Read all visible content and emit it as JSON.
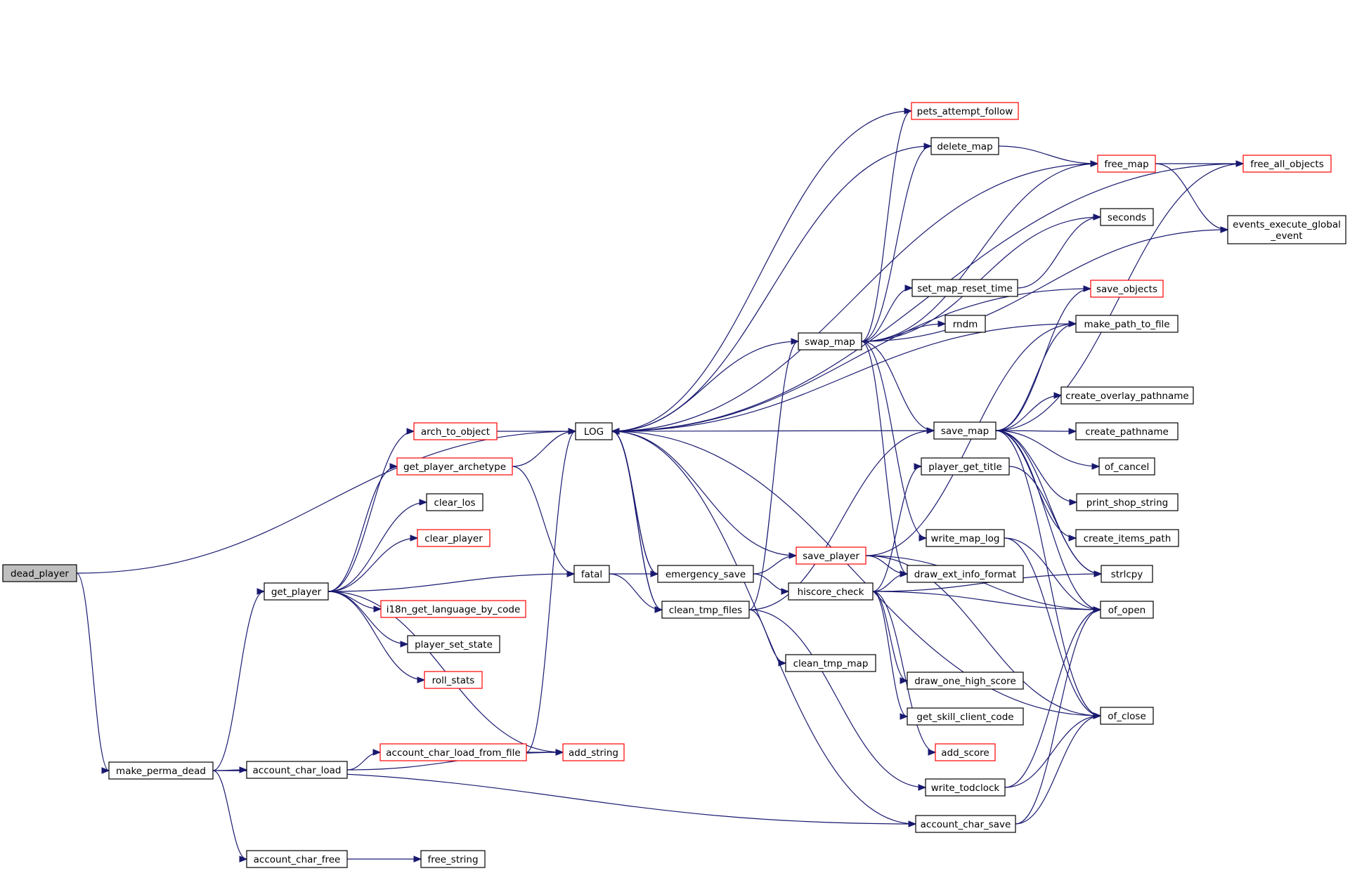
{
  "colors": {
    "edge": "#191970",
    "border_normal": "#000000",
    "border_truncated": "#ff0000",
    "root_fill": "#bfbfbf",
    "node_fill": "#ffffff"
  },
  "nodes": [
    {
      "id": "dead_player",
      "lines": [
        "dead_player"
      ],
      "style": "root"
    },
    {
      "id": "make_perma_dead",
      "lines": [
        "make_perma_dead"
      ],
      "style": "normal"
    },
    {
      "id": "get_player",
      "lines": [
        "get_player"
      ],
      "style": "normal"
    },
    {
      "id": "account_char_load",
      "lines": [
        "account_char_load"
      ],
      "style": "normal"
    },
    {
      "id": "account_char_free",
      "lines": [
        "account_char_free"
      ],
      "style": "normal"
    },
    {
      "id": "arch_to_object",
      "lines": [
        "arch_to_object"
      ],
      "style": "truncated"
    },
    {
      "id": "get_player_archetype",
      "lines": [
        "get_player_archetype"
      ],
      "style": "truncated"
    },
    {
      "id": "clear_los",
      "lines": [
        "clear_los"
      ],
      "style": "normal"
    },
    {
      "id": "clear_player",
      "lines": [
        "clear_player"
      ],
      "style": "truncated"
    },
    {
      "id": "i18n_get_language_by_code",
      "lines": [
        "i18n_get_language_by_code"
      ],
      "style": "truncated"
    },
    {
      "id": "player_set_state",
      "lines": [
        "player_set_state"
      ],
      "style": "normal"
    },
    {
      "id": "roll_stats",
      "lines": [
        "roll_stats"
      ],
      "style": "truncated"
    },
    {
      "id": "account_char_load_from_file",
      "lines": [
        "account_char_load_from_file"
      ],
      "style": "truncated"
    },
    {
      "id": "add_string",
      "lines": [
        "add_string"
      ],
      "style": "truncated"
    },
    {
      "id": "free_string",
      "lines": [
        "free_string"
      ],
      "style": "normal"
    },
    {
      "id": "LOG",
      "lines": [
        "LOG"
      ],
      "style": "normal"
    },
    {
      "id": "fatal",
      "lines": [
        "fatal"
      ],
      "style": "normal"
    },
    {
      "id": "emergency_save",
      "lines": [
        "emergency_save"
      ],
      "style": "normal"
    },
    {
      "id": "clean_tmp_files",
      "lines": [
        "clean_tmp_files"
      ],
      "style": "normal"
    },
    {
      "id": "swap_map",
      "lines": [
        "swap_map"
      ],
      "style": "normal"
    },
    {
      "id": "save_player",
      "lines": [
        "save_player"
      ],
      "style": "truncated"
    },
    {
      "id": "hiscore_check",
      "lines": [
        "hiscore_check"
      ],
      "style": "normal"
    },
    {
      "id": "clean_tmp_map",
      "lines": [
        "clean_tmp_map"
      ],
      "style": "normal"
    },
    {
      "id": "pets_attempt_follow",
      "lines": [
        "pets_attempt_follow"
      ],
      "style": "truncated"
    },
    {
      "id": "delete_map",
      "lines": [
        "delete_map"
      ],
      "style": "normal"
    },
    {
      "id": "set_map_reset_time",
      "lines": [
        "set_map_reset_time"
      ],
      "style": "normal"
    },
    {
      "id": "rndm",
      "lines": [
        "rndm"
      ],
      "style": "normal"
    },
    {
      "id": "save_map",
      "lines": [
        "save_map"
      ],
      "style": "normal"
    },
    {
      "id": "player_get_title",
      "lines": [
        "player_get_title"
      ],
      "style": "normal"
    },
    {
      "id": "write_map_log",
      "lines": [
        "write_map_log"
      ],
      "style": "normal"
    },
    {
      "id": "draw_ext_info_format",
      "lines": [
        "draw_ext_info_format"
      ],
      "style": "normal"
    },
    {
      "id": "draw_one_high_score",
      "lines": [
        "draw_one_high_score"
      ],
      "style": "normal"
    },
    {
      "id": "get_skill_client_code",
      "lines": [
        "get_skill_client_code"
      ],
      "style": "normal"
    },
    {
      "id": "add_score",
      "lines": [
        "add_score"
      ],
      "style": "truncated"
    },
    {
      "id": "write_todclock",
      "lines": [
        "write_todclock"
      ],
      "style": "normal"
    },
    {
      "id": "account_char_save",
      "lines": [
        "account_char_save"
      ],
      "style": "normal"
    },
    {
      "id": "free_map",
      "lines": [
        "free_map"
      ],
      "style": "truncated"
    },
    {
      "id": "seconds",
      "lines": [
        "seconds"
      ],
      "style": "normal"
    },
    {
      "id": "save_objects",
      "lines": [
        "save_objects"
      ],
      "style": "truncated"
    },
    {
      "id": "make_path_to_file",
      "lines": [
        "make_path_to_file"
      ],
      "style": "normal"
    },
    {
      "id": "create_overlay_pathname",
      "lines": [
        "create_overlay_pathname"
      ],
      "style": "normal"
    },
    {
      "id": "create_pathname",
      "lines": [
        "create_pathname"
      ],
      "style": "normal"
    },
    {
      "id": "of_cancel",
      "lines": [
        "of_cancel"
      ],
      "style": "normal"
    },
    {
      "id": "print_shop_string",
      "lines": [
        "print_shop_string"
      ],
      "style": "normal"
    },
    {
      "id": "create_items_path",
      "lines": [
        "create_items_path"
      ],
      "style": "normal"
    },
    {
      "id": "strlcpy",
      "lines": [
        "strlcpy"
      ],
      "style": "normal"
    },
    {
      "id": "of_open",
      "lines": [
        "of_open"
      ],
      "style": "normal"
    },
    {
      "id": "of_close",
      "lines": [
        "of_close"
      ],
      "style": "normal"
    },
    {
      "id": "free_all_objects",
      "lines": [
        "free_all_objects"
      ],
      "style": "truncated"
    },
    {
      "id": "events_execute_global_event",
      "lines": [
        "events_execute_global",
        "_event"
      ],
      "style": "normal"
    }
  ],
  "edges": [
    [
      "dead_player",
      "LOG"
    ],
    [
      "dead_player",
      "make_perma_dead"
    ],
    [
      "make_perma_dead",
      "get_player"
    ],
    [
      "make_perma_dead",
      "account_char_load"
    ],
    [
      "make_perma_dead",
      "account_char_free"
    ],
    [
      "make_perma_dead",
      "account_char_save"
    ],
    [
      "get_player",
      "arch_to_object"
    ],
    [
      "get_player",
      "get_player_archetype"
    ],
    [
      "get_player",
      "clear_los"
    ],
    [
      "get_player",
      "clear_player"
    ],
    [
      "get_player",
      "fatal"
    ],
    [
      "get_player",
      "i18n_get_language_by_code"
    ],
    [
      "get_player",
      "player_set_state"
    ],
    [
      "get_player",
      "roll_stats"
    ],
    [
      "get_player",
      "add_string"
    ],
    [
      "arch_to_object",
      "LOG"
    ],
    [
      "get_player_archetype",
      "LOG"
    ],
    [
      "get_player_archetype",
      "fatal"
    ],
    [
      "account_char_load",
      "account_char_load_from_file"
    ],
    [
      "account_char_load",
      "add_string"
    ],
    [
      "account_char_load_from_file",
      "LOG"
    ],
    [
      "account_char_load_from_file",
      "add_string"
    ],
    [
      "account_char_free",
      "free_string"
    ],
    [
      "fatal",
      "emergency_save"
    ],
    [
      "fatal",
      "clean_tmp_files"
    ],
    [
      "emergency_save",
      "LOG"
    ],
    [
      "emergency_save",
      "save_player"
    ],
    [
      "emergency_save",
      "hiscore_check"
    ],
    [
      "clean_tmp_files",
      "LOG"
    ],
    [
      "clean_tmp_files",
      "swap_map"
    ],
    [
      "clean_tmp_files",
      "save_map"
    ],
    [
      "clean_tmp_files",
      "clean_tmp_map"
    ],
    [
      "clean_tmp_files",
      "write_todclock"
    ],
    [
      "LOG",
      "emergency_save"
    ],
    [
      "LOG",
      "clean_tmp_files"
    ],
    [
      "swap_map",
      "LOG"
    ],
    [
      "swap_map",
      "pets_attempt_follow"
    ],
    [
      "swap_map",
      "delete_map"
    ],
    [
      "swap_map",
      "free_map"
    ],
    [
      "swap_map",
      "seconds"
    ],
    [
      "swap_map",
      "set_map_reset_time"
    ],
    [
      "swap_map",
      "rndm"
    ],
    [
      "swap_map",
      "events_execute_global_event"
    ],
    [
      "swap_map",
      "save_map"
    ],
    [
      "swap_map",
      "write_map_log"
    ],
    [
      "swap_map",
      "draw_ext_info_format"
    ],
    [
      "pets_attempt_follow",
      "LOG"
    ],
    [
      "delete_map",
      "LOG"
    ],
    [
      "delete_map",
      "free_map"
    ],
    [
      "set_map_reset_time",
      "seconds"
    ],
    [
      "save_map",
      "LOG"
    ],
    [
      "save_map",
      "make_path_to_file"
    ],
    [
      "save_map",
      "create_overlay_pathname"
    ],
    [
      "save_map",
      "create_pathname"
    ],
    [
      "save_map",
      "of_cancel"
    ],
    [
      "save_map",
      "print_shop_string"
    ],
    [
      "save_map",
      "create_items_path"
    ],
    [
      "save_map",
      "strlcpy"
    ],
    [
      "save_map",
      "of_open"
    ],
    [
      "save_map",
      "of_close"
    ],
    [
      "save_map",
      "save_objects"
    ],
    [
      "save_map",
      "free_all_objects"
    ],
    [
      "save_player",
      "LOG"
    ],
    [
      "save_player",
      "make_path_to_file"
    ],
    [
      "save_player",
      "draw_ext_info_format"
    ],
    [
      "save_player",
      "of_open"
    ],
    [
      "save_player",
      "of_close"
    ],
    [
      "hiscore_check",
      "player_get_title"
    ],
    [
      "hiscore_check",
      "draw_ext_info_format"
    ],
    [
      "hiscore_check",
      "draw_one_high_score"
    ],
    [
      "hiscore_check",
      "get_skill_client_code"
    ],
    [
      "hiscore_check",
      "add_score"
    ],
    [
      "hiscore_check",
      "of_open"
    ],
    [
      "hiscore_check",
      "strlcpy"
    ],
    [
      "player_get_title",
      "strlcpy"
    ],
    [
      "write_map_log",
      "of_open"
    ],
    [
      "write_map_log",
      "of_close"
    ],
    [
      "write_todclock",
      "of_open"
    ],
    [
      "write_todclock",
      "of_close"
    ],
    [
      "account_char_save",
      "LOG"
    ],
    [
      "account_char_save",
      "of_open"
    ],
    [
      "account_char_save",
      "of_close"
    ],
    [
      "free_map",
      "free_all_objects"
    ],
    [
      "free_map",
      "events_execute_global_event"
    ],
    [
      "free_map",
      "LOG"
    ],
    [
      "save_objects",
      "LOG"
    ],
    [
      "make_path_to_file",
      "LOG"
    ],
    [
      "free_all_objects",
      "LOG"
    ],
    [
      "of_close",
      "LOG"
    ]
  ]
}
